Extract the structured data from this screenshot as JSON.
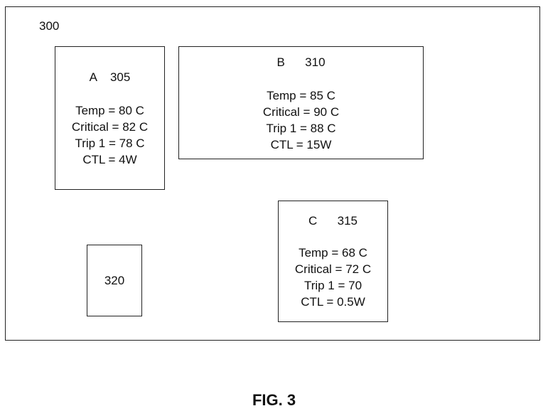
{
  "diagram": {
    "outer_label": "300",
    "boxes": {
      "a": {
        "name": "A",
        "ref": "305",
        "lines": [
          "Temp = 80 C",
          "Critical = 82 C",
          "Trip 1 = 78 C",
          "CTL = 4W"
        ]
      },
      "b": {
        "name": "B",
        "ref": "310",
        "lines": [
          "Temp = 85 C",
          "Critical = 90 C",
          "Trip 1 = 88 C",
          "CTL = 15W"
        ]
      },
      "c": {
        "name": "C",
        "ref": "315",
        "lines": [
          "Temp = 68 C",
          "Critical = 72 C",
          "Trip 1 = 70",
          "CTL = 0.5W"
        ]
      },
      "d": {
        "ref": "320"
      }
    },
    "caption": "FIG. 3"
  }
}
